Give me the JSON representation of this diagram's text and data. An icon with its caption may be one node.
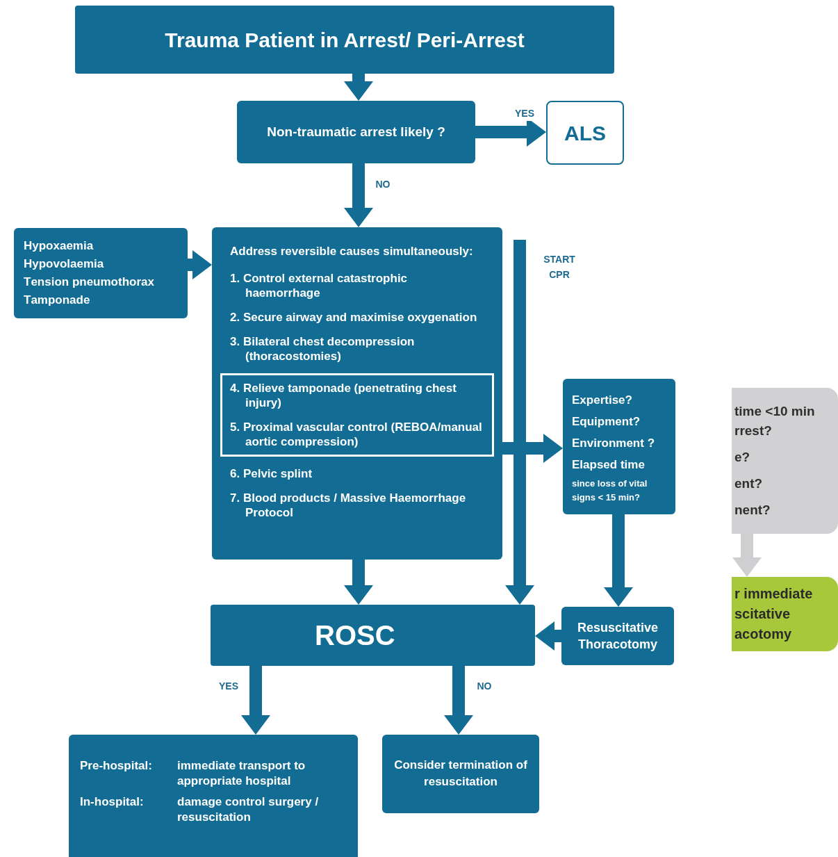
{
  "diagram": {
    "nodes": [
      {
        "text": [
          "Trauma Patient in Arrest/ Peri-Arrest"
        ]
      },
      {
        "text": [
          "Non-traumatic arrest likely ?"
        ]
      },
      {
        "text": [
          "ALS"
        ]
      },
      {
        "text": [
          "**H**ypoxaemia",
          "**H**ypovolaemia",
          "**T**ension pneumothorax",
          "**T**amponade"
        ]
      },
      {
        "text": [
          "Address reversible causes simultaneously:",
          "1. Control external catastrophic haemorrhage",
          "2. Secure airway and maximise oxygenation",
          "3. Bilateral chest decompression (thoracostomies)",
          "6. Pelvic splint",
          "7. Blood products / Massive Haemorrhage Protocol"
        ]
      },
      {
        "text": [
          "4. Relieve tamponade (penetrating chest injury)",
          "5. Proximal vascular control (REBOA/manual aortic compression)"
        ],
        "in": 4
      },
      {
        "text": [
          "**E**xpertise?",
          "**E**quipment?",
          "**E**nvironment ?",
          "**E**lapsed time",
          "since loss of vital signs < 15 min?"
        ]
      },
      {
        "text": [
          "ROSC"
        ]
      },
      {
        "text": [
          "Resuscitative Thoracotomy"
        ]
      },
      {
        "text": [
          "Pre-hospital:",
          "immediate transport to appropriate hospital",
          "In-hospital:",
          "damage control surgery / resuscitation"
        ]
      },
      {
        "text": [
          "Consider termination of resuscitation"
        ]
      },
      {
        "text": [
          "time <10 min rrest?",
          "e?",
          "ent?",
          "nent?"
        ]
      },
      {
        "text": [
          "r immediate scitative acotomy"
        ]
      }
    ],
    "edges": [
      {
        "from": 0,
        "to": 1,
        "arrow": "to"
      },
      {
        "from": 1,
        "to": 2,
        "arrow": "to",
        "label": "YES"
      },
      {
        "from": 1,
        "to": 4,
        "arrow": "to",
        "label": "NO"
      },
      {
        "from": 3,
        "to": 4,
        "arrow": "to"
      },
      {
        "from": null,
        "to": 7,
        "arrow": "to",
        "label": "START CPR"
      },
      {
        "from": 5,
        "to": 6,
        "arrow": "to"
      },
      {
        "from": 4,
        "to": 7,
        "arrow": "to"
      },
      {
        "from": 6,
        "to": 8,
        "arrow": "to"
      },
      {
        "from": 8,
        "to": 7,
        "arrow": "to"
      },
      {
        "from": 7,
        "to": 9,
        "arrow": "to",
        "label": "YES"
      },
      {
        "from": 7,
        "to": 10,
        "arrow": "to",
        "label": "NO"
      },
      {
        "from": 11,
        "to": 12,
        "arrow": "to",
        "color": "#cfcfd1"
      }
    ]
  }
}
